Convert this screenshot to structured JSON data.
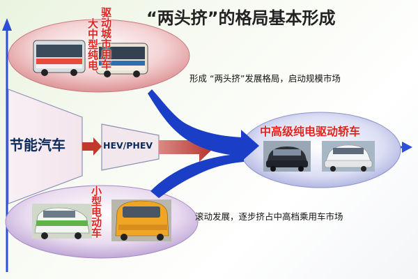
{
  "title": "“两头挤”的格局基本形成",
  "top_group": {
    "label": "驱动城市用车",
    "label_left": "大中型纯电",
    "caption": "形成 “两头挤”发展格局，启动规模市场"
  },
  "middle": {
    "source_label": "节能汽车",
    "hev_label": "HEV/PHEV"
  },
  "target": {
    "label": "中高级纯电驱动轿车"
  },
  "bottom_group": {
    "label": "小型电动车",
    "caption": "滚动发展，逐步挤占中高档乘用车市场"
  },
  "colors": {
    "arrow_blue": "#1a3fc6",
    "axis_blue": "#2d4fd8",
    "accent_red": "#e0231f",
    "hev_arrow_red": "#c0392b",
    "ellipse_pink": "#e9a3a6",
    "ellipse_lavender": "#b4b8e0"
  }
}
